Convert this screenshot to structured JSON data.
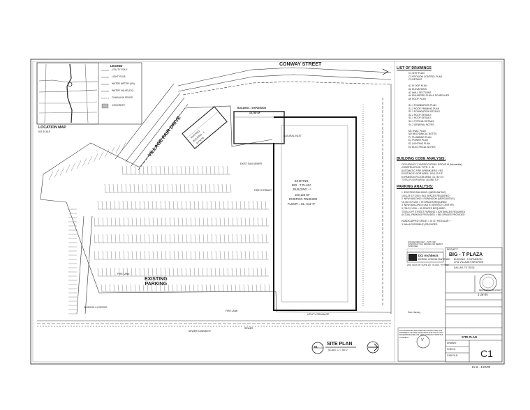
{
  "top_right_note": "Ex 8 - 1/12/05",
  "bottom_note": "Ex 8 - 1/12/05",
  "location_map": {
    "title": "LOCATION MAP",
    "subtitle": "NO SCALE",
    "legend_title": "LEGEND",
    "legend_items": [
      "UTILITY POLE",
      "LIGHT POLE",
      "WATER METER (UN)",
      "WATER VALVE (EX)",
      "CHAINLINK FENCE",
      "CONCRETE"
    ]
  },
  "streets": {
    "conway": "CONWAY STREET",
    "village": "VILLAGE FAIR DRIVE"
  },
  "parking_label": "EXISTING\nPARKING",
  "building": {
    "expansion_label": "BUILDING - I  EXPANSION",
    "expansion_sf": "15,740 SF",
    "existing_line1": "EXISTING",
    "existing_line2": "BIG - T  PLAZA",
    "existing_line3": "BUILDING - I",
    "existing_line4": "100,123 SF",
    "existing_line5": "EXISTING FINISHED",
    "existing_line6": "FLOOR = EL. 511'-0\"",
    "building2_label": "EXISTING",
    "building2_name": "BUILDING - II",
    "building2_sf": "9,736 SF"
  },
  "list_of_drawings": {
    "title": "LIST OF DRAWINGS",
    "items": [
      "C1    SITE PLAN",
      "C2    EROSION CONTROL PLAN",
      "C3    DETAILS",
      "",
      "A1    FLOOR PLAN",
      "A2    ELEVATIONS",
      "A3    WALL SECTIONS",
      "A4    ENLARGED PLAN & SCHEDULES",
      "A5    ROOF PLAN",
      "",
      "S1.1   FOUNDATION PLAN",
      "S1.2   ROOF FRAMING PLAN",
      "S2.1   FOUNDATION DETAILS",
      "S2.2   ROOF DETAILS",
      "S3.1   ROOF DETAILS",
      "S4.1   TYPICAL DETAILS",
      "S4.2   GENERAL NOTES",
      "",
      "M1    HVAC PLAN",
      "M2    MECHANICAL NOTES",
      "P1    PLUMBING PLAN",
      "E1    POWER PLAN",
      "E2    LIGHTING PLAN",
      "E3    ELECTRICAL NOTES"
    ]
  },
  "building_code": {
    "title": "BUILDING CODE ANALYSIS:",
    "items": [
      "OCCUPANCY CLASSIFICATION: GROUP M (Mercantile)",
      "CONSTRUCTION TYPE: II - B",
      "AUTOMATIC FIRE SPRINKLERS: YES",
      "EXISTING FLOOR AREA:   100,123 S.F.",
      "EXPANSION FLOOR AREA:   15,740 S.F.",
      "TOTAL FLOOR AREA:   115,863 S.F."
    ]
  },
  "parking_analysis": {
    "title": "PARKING ANALYSIS:",
    "items": [
      "1. EXISTING BUILDING I (MERCANTILE)",
      "     100,123 S.F./200       = 501 SPACES REQUIRED",
      "2. NEW BUILDING I EXPANSION (MERCANTILE)",
      "     15,740 S.F./200       = 79 SPACES REQUIRED",
      "3. NEW BUILDING II (AUTO SERVICE CENTER)",
      "     9,736 S.F./200       = 49 SPACES REQUIRED",
      "TOTAL OFF STREET PARKING       = 629 SPACES REQUIRED",
      "ACTUAL PARKING PROVIDED       = 563 SPACES PROVIDED",
      "",
      "HANDICAPPED SPACE       = 20 (17 REGULAR +",
      "                                  3 VAN ACCESSIBLE) PROVIDED"
    ]
  },
  "title_block": {
    "project_label": "PROJECT:",
    "project_name": "BIG - T PLAZA",
    "project_sub1": "BUILDING - I  EXPANSION",
    "project_sub2": "4751 VILLAGE FAIR DRIVE",
    "project_sub3": "DALLAS, TX  75224",
    "firm_name": "DCI Architects",
    "firm_tag": "DESIGN CONSULTANTS INC.",
    "firm_addr": "2301 OHIO DR. SUITE 110 · PLANO, TX 75093",
    "stamp_text": "REGISTERED ARCHITECT",
    "signed_date": "1-18-05",
    "sheet_title": "SITE PLAN",
    "sheet_number": "C1",
    "drawn_label": "DRAWN:",
    "check_label": "CHECK:",
    "cad_label": "CAD FILE:",
    "release_text": "THIS DRAWING AND SPECIFICATIONS ARE THE PROPERTY OF THE ARCHITECT AND SHALL NOT BE REPRODUCED OR USED WITHOUT WRITTEN CONSENT",
    "approval_text": "FOR REVIEW ONLY – NOT FOR CONSTRUCTION, BIDDING OR PERMIT PURPOSES"
  },
  "site_plan_label": {
    "number": "01",
    "title": "SITE PLAN",
    "scale": "SCALE: 1\" = 50'-0\""
  },
  "handwritten_mark": "V",
  "plan_notes": {
    "fire_lane": "FIRE LANE",
    "sewer": "SEWER",
    "utility_drainage": "UTILITY DRAINAGE",
    "fire_hydrant": "FIRE HYDRANT",
    "existing_sanitary": "EXIST SAN SEWER",
    "easement": "SEWER EASEMENT",
    "ingress_egress": "INGRESS & EGRESS",
    "natural_inlet": "NATURAL INLET",
    "owner_note": "Geo Harvey"
  }
}
